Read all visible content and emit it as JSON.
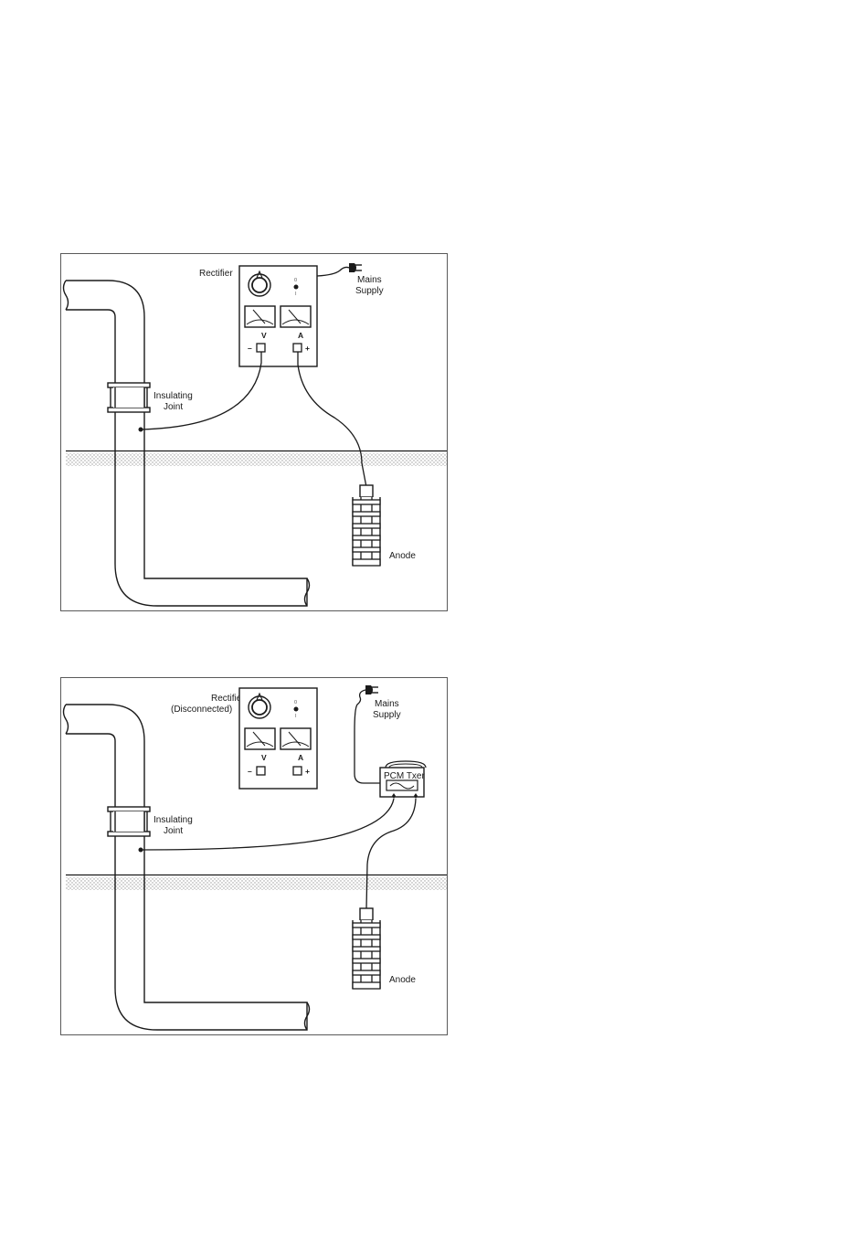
{
  "diagrams": [
    {
      "rectifier_label": "Rectifier",
      "rectifier_sub": "",
      "switch_on": "0",
      "switch_off": "I",
      "volt_label": "V",
      "amp_label": "A",
      "minus": "–",
      "plus": "+",
      "mains_line1": "Mains",
      "mains_line2": "Supply",
      "joint_line1": "Insulating",
      "joint_line2": "Joint",
      "anode_label": "Anode"
    },
    {
      "rectifier_label": "Rectifier",
      "rectifier_sub": "(Disconnected)",
      "switch_on": "0",
      "switch_off": "I",
      "volt_label": "V",
      "amp_label": "A",
      "minus": "–",
      "plus": "+",
      "mains_line1": "Mains",
      "mains_line2": "Supply",
      "joint_line1": "Insulating",
      "joint_line2": "Joint",
      "anode_label": "Anode",
      "transmitter_label": "PCM Txer",
      "transmitter_icon": "sine-wave-icon"
    }
  ],
  "colors": {
    "line": "#1a1a1a",
    "frame": "#5a5a5a",
    "soil": "#9a9a9a"
  }
}
